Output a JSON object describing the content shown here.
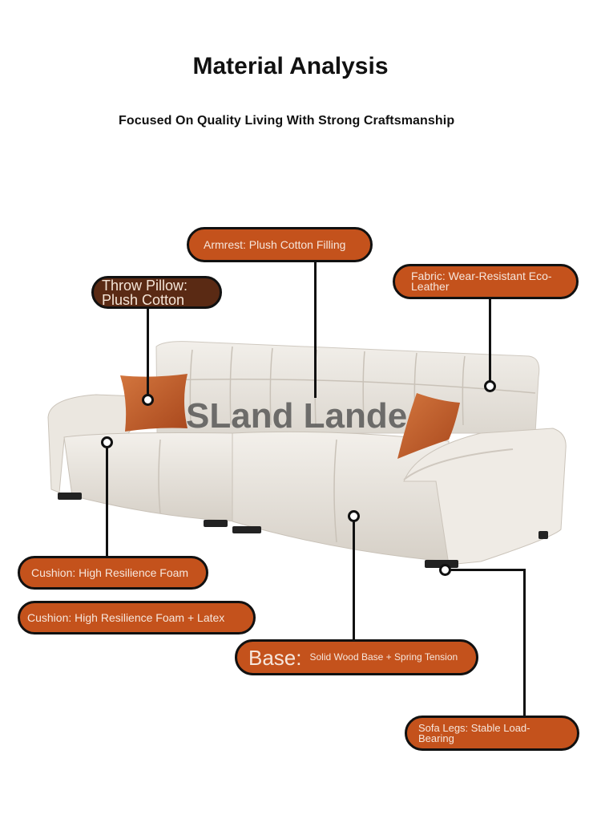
{
  "header": {
    "title": "Material Analysis",
    "subtitle": "Focused On Quality Living With Strong Craftsmanship"
  },
  "watermark": "SLand Lande",
  "labels": {
    "armrest": "Armrest: Plush Cotton Filling",
    "throw_pillow": "Throw Pillow: Plush Cotton",
    "fabric": "Fabric: Wear-Resistant Eco-Leather",
    "cushion_foam": "Cushion: High Resilience Foam",
    "cushion_latex": "Cushion: High Resilience Foam + Latex",
    "base_prefix": "Base:",
    "base_detail": "Solid Wood Base + Spring Tension",
    "sofa_legs": "Sofa Legs: Stable Load-Bearing"
  },
  "colors": {
    "accent_orange": "#c4521c",
    "outline": "#111111",
    "sofa_leather": "#ece8e1",
    "pillow": "#c2622a"
  }
}
